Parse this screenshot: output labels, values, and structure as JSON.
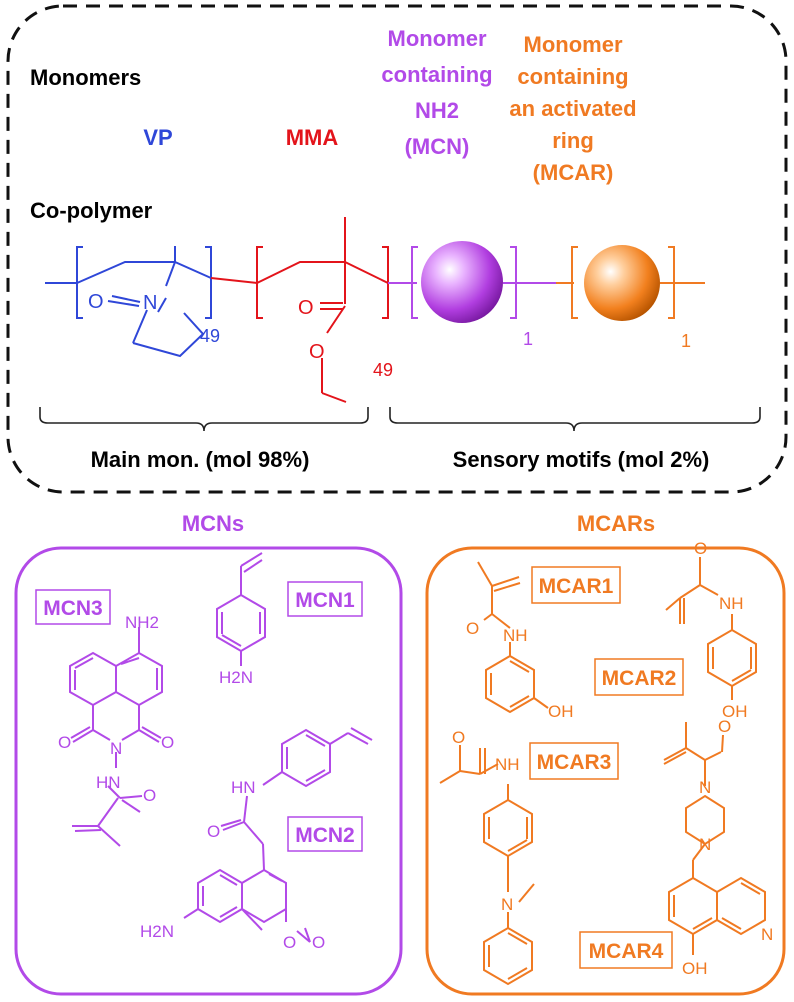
{
  "labels": {
    "monomers": "Monomers",
    "copolymer": "Co-polymer",
    "vp": "VP",
    "mma": "MMA",
    "mcn_desc": [
      "Monomer",
      "containing",
      "NH2",
      "(MCN)"
    ],
    "mcar_desc": [
      "Monomer",
      "containing",
      "an activated",
      "ring",
      "(MCAR)"
    ],
    "main_mon": "Main mon. (mol 98%)",
    "sensory": "Sensory motifs (mol 2%)",
    "mcns_title": "MCNs",
    "mcars_title": "MCARs"
  },
  "subscripts": {
    "vp": "49",
    "mma": "49",
    "mcn": "1",
    "mcar": "1"
  },
  "atoms": {
    "O": "O",
    "N": "N",
    "NH": "NH",
    "HN": "HN",
    "NH2": "NH2",
    "H2N": "H2N",
    "OH": "OH"
  },
  "compounds": {
    "mcn1": "MCN1",
    "mcn2": "MCN2",
    "mcn3": "MCN3",
    "mcar1": "MCAR1",
    "mcar2": "MCAR2",
    "mcar3": "MCAR3",
    "mcar4": "MCAR4"
  },
  "colors": {
    "vp": "#2f47d8",
    "mma": "#e3141b",
    "mcn": "#b24ae8",
    "mcar": "#f07a22",
    "text": "#000000"
  }
}
